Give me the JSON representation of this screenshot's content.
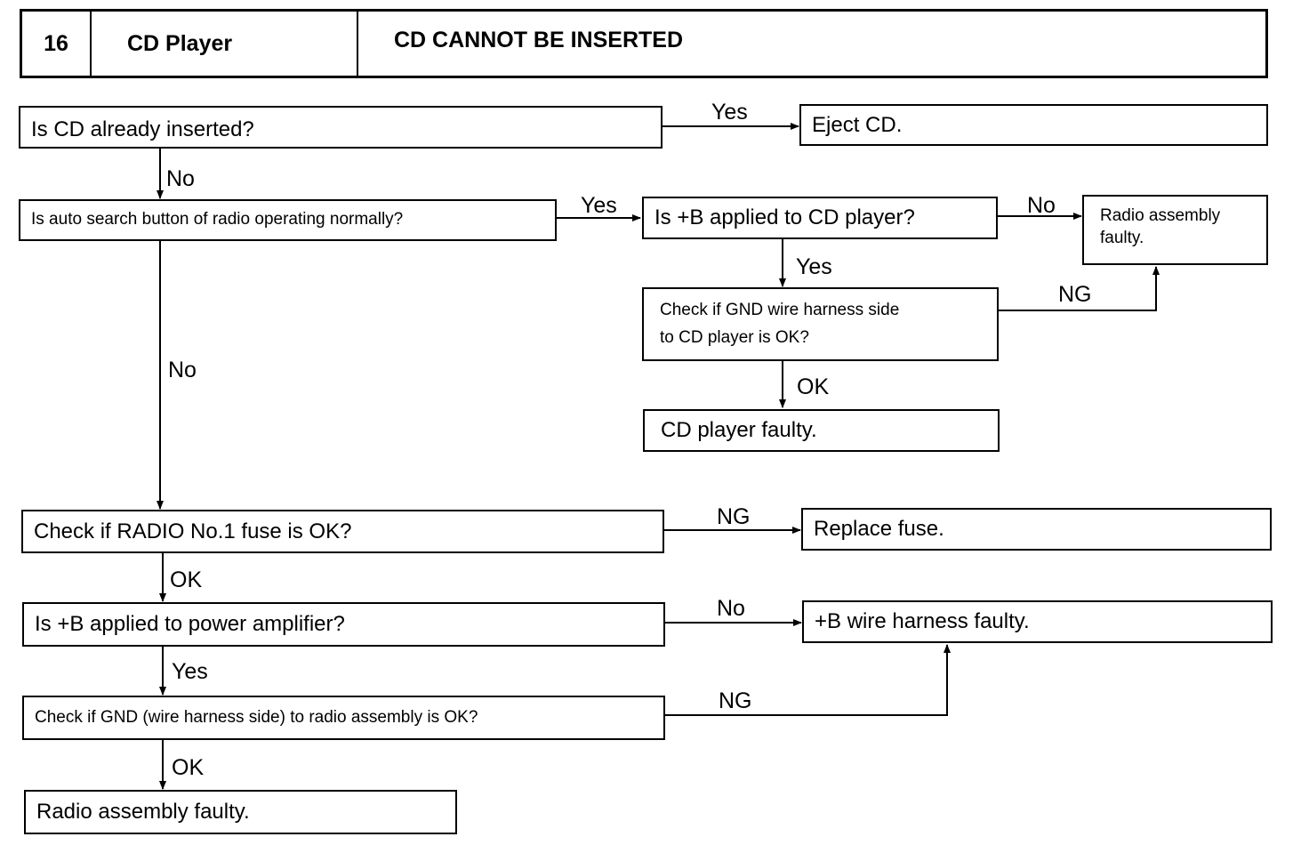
{
  "header": {
    "number": "16",
    "system": "CD Player",
    "symptom": "CD CANNOT BE INSERTED"
  },
  "nodes": {
    "q_cd_inserted": "Is CD already inserted?",
    "eject_cd": "Eject CD.",
    "q_auto_search": "Is auto search button of radio operating normally?",
    "q_b_cd_player": "Is +B applied to CD player?",
    "radio_faulty_1_line1": "Radio assembly",
    "radio_faulty_1_line2": "faulty.",
    "q_gnd_cd_line1": "Check if GND wire harness side",
    "q_gnd_cd_line2": "to CD player is OK?",
    "cd_player_faulty": "CD player faulty.",
    "q_fuse": "Check if RADIO No.1 fuse is OK?",
    "replace_fuse": "Replace fuse.",
    "q_b_amp": "Is +B applied to power amplifier?",
    "b_harness_faulty": "+B wire harness faulty.",
    "q_gnd_radio": "Check if GND (wire harness side) to radio assembly is OK?",
    "radio_faulty_2": "Radio assembly faulty."
  },
  "edges": {
    "yes": "Yes",
    "no": "No",
    "ok": "OK",
    "ng": "NG"
  }
}
